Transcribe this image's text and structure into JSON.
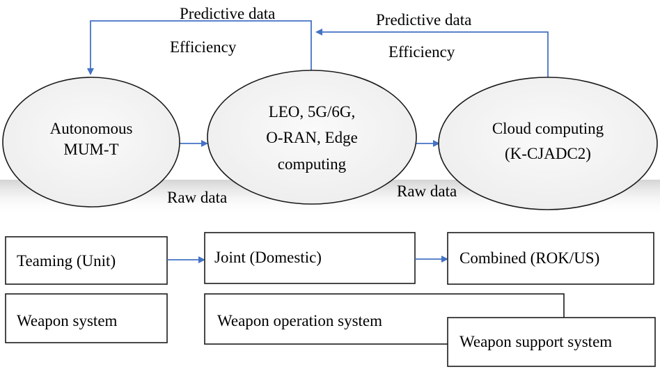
{
  "colors": {
    "arrow": "#4472c4",
    "border": "#1a1a1a",
    "ellipse_fill": "#f2f2f2",
    "shadow": "#dcdcdc"
  },
  "nodes": {
    "autonomous": {
      "line1": "Autonomous",
      "line2": "MUM-T"
    },
    "network": {
      "line1": "LEO, 5G/6G,",
      "line2": "O-RAN, Edge",
      "line3": "computing"
    },
    "cloud": {
      "line1": "Cloud computing",
      "line2": "(K-CJADC2)"
    }
  },
  "edge_labels": {
    "feedback_left_predictive": "Predictive data",
    "feedback_left_efficiency": "Efficiency",
    "feedback_right_predictive": "Predictive data",
    "feedback_right_efficiency": "Efficiency",
    "raw_left": "Raw data",
    "raw_right": "Raw data"
  },
  "boxes": {
    "teaming": "Teaming (Unit)",
    "joint": "Joint (Domestic)",
    "combined": "Combined (ROK/US)",
    "weapon_system": "Weapon system",
    "weapon_operation": "Weapon operation system",
    "weapon_support": "Weapon support system"
  }
}
